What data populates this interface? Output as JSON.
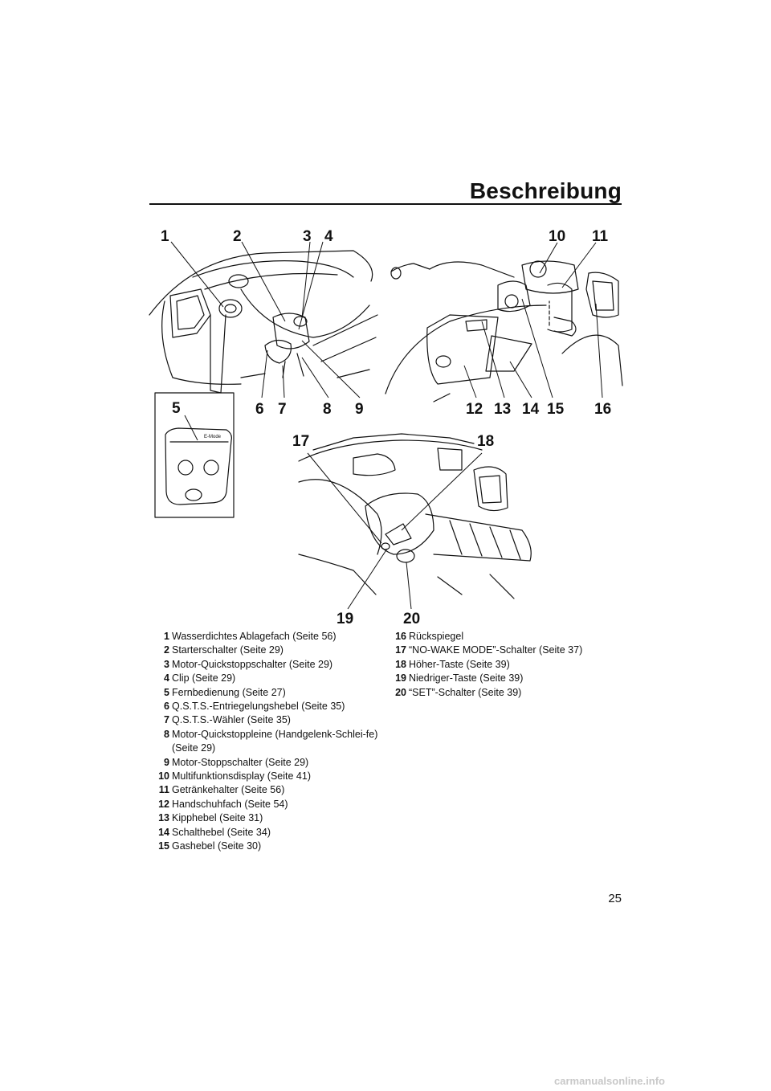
{
  "header": {
    "title": "Beschreibung"
  },
  "callouts": [
    "1",
    "2",
    "3",
    "4",
    "5",
    "6",
    "7",
    "8",
    "9",
    "10",
    "11",
    "12",
    "13",
    "14",
    "15",
    "16",
    "17",
    "18",
    "19",
    "20"
  ],
  "remote_label": "E-Mode",
  "legend": [
    {
      "num": "1",
      "text": "Wasserdichtes Ablagefach (Seite 56)"
    },
    {
      "num": "2",
      "text": "Starterschalter (Seite 29)"
    },
    {
      "num": "3",
      "text": "Motor-Quickstoppschalter (Seite 29)"
    },
    {
      "num": "4",
      "text": "Clip (Seite 29)"
    },
    {
      "num": "5",
      "text": "Fernbedienung (Seite 27)"
    },
    {
      "num": "6",
      "text": "Q.S.T.S.-Entriegelungshebel (Seite 35)"
    },
    {
      "num": "7",
      "text": "Q.S.T.S.-Wähler (Seite 35)"
    },
    {
      "num": "8",
      "text": "Motor-Quickstoppleine (Handgelenk-Schlei-fe) (Seite 29)"
    },
    {
      "num": "9",
      "text": "Motor-Stoppschalter (Seite 29)"
    },
    {
      "num": "10",
      "text": "Multifunktionsdisplay (Seite 41)"
    },
    {
      "num": "11",
      "text": "Getränkehalter (Seite 56)"
    },
    {
      "num": "12",
      "text": "Handschuhfach (Seite 54)"
    },
    {
      "num": "13",
      "text": "Kipphebel (Seite 31)"
    },
    {
      "num": "14",
      "text": "Schalthebel (Seite 34)"
    },
    {
      "num": "15",
      "text": "Gashebel (Seite 30)"
    },
    {
      "num": "16",
      "text": "Rückspiegel"
    },
    {
      "num": "17",
      "text": "“NO-WAKE MODE”-Schalter (Seite 37)"
    },
    {
      "num": "18",
      "text": "Höher-Taste (Seite 39)"
    },
    {
      "num": "19",
      "text": "Niedriger-Taste (Seite 39)"
    },
    {
      "num": "20",
      "text": "“SET”-Schalter (Seite 39)"
    }
  ],
  "page_number": "25",
  "watermark": "carmanualsonline.info"
}
